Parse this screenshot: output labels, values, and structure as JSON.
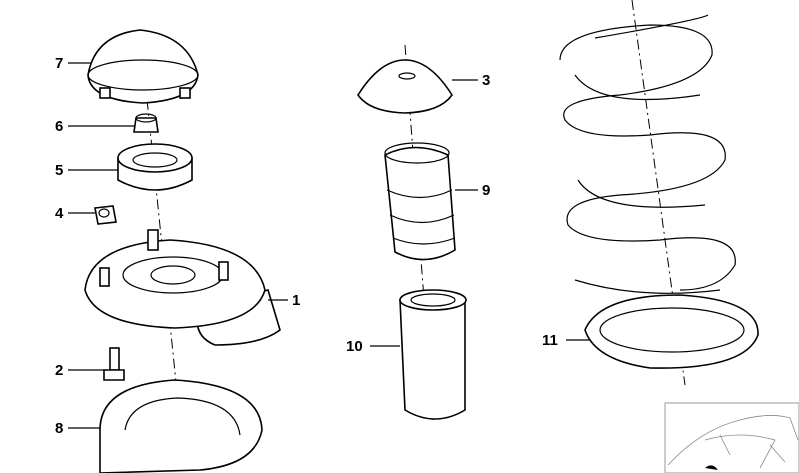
{
  "diagram": {
    "type": "exploded parts view",
    "part_labels": [
      "1",
      "2",
      "3",
      "4",
      "5",
      "6",
      "7",
      "8",
      "9",
      "10",
      "11"
    ]
  },
  "labels": {
    "p1": "1",
    "p2": "2",
    "p3": "3",
    "p4": "4",
    "p5": "5",
    "p6": "6",
    "p7": "7",
    "p8": "8",
    "p9": "9",
    "p10": "10",
    "p11": "11"
  }
}
